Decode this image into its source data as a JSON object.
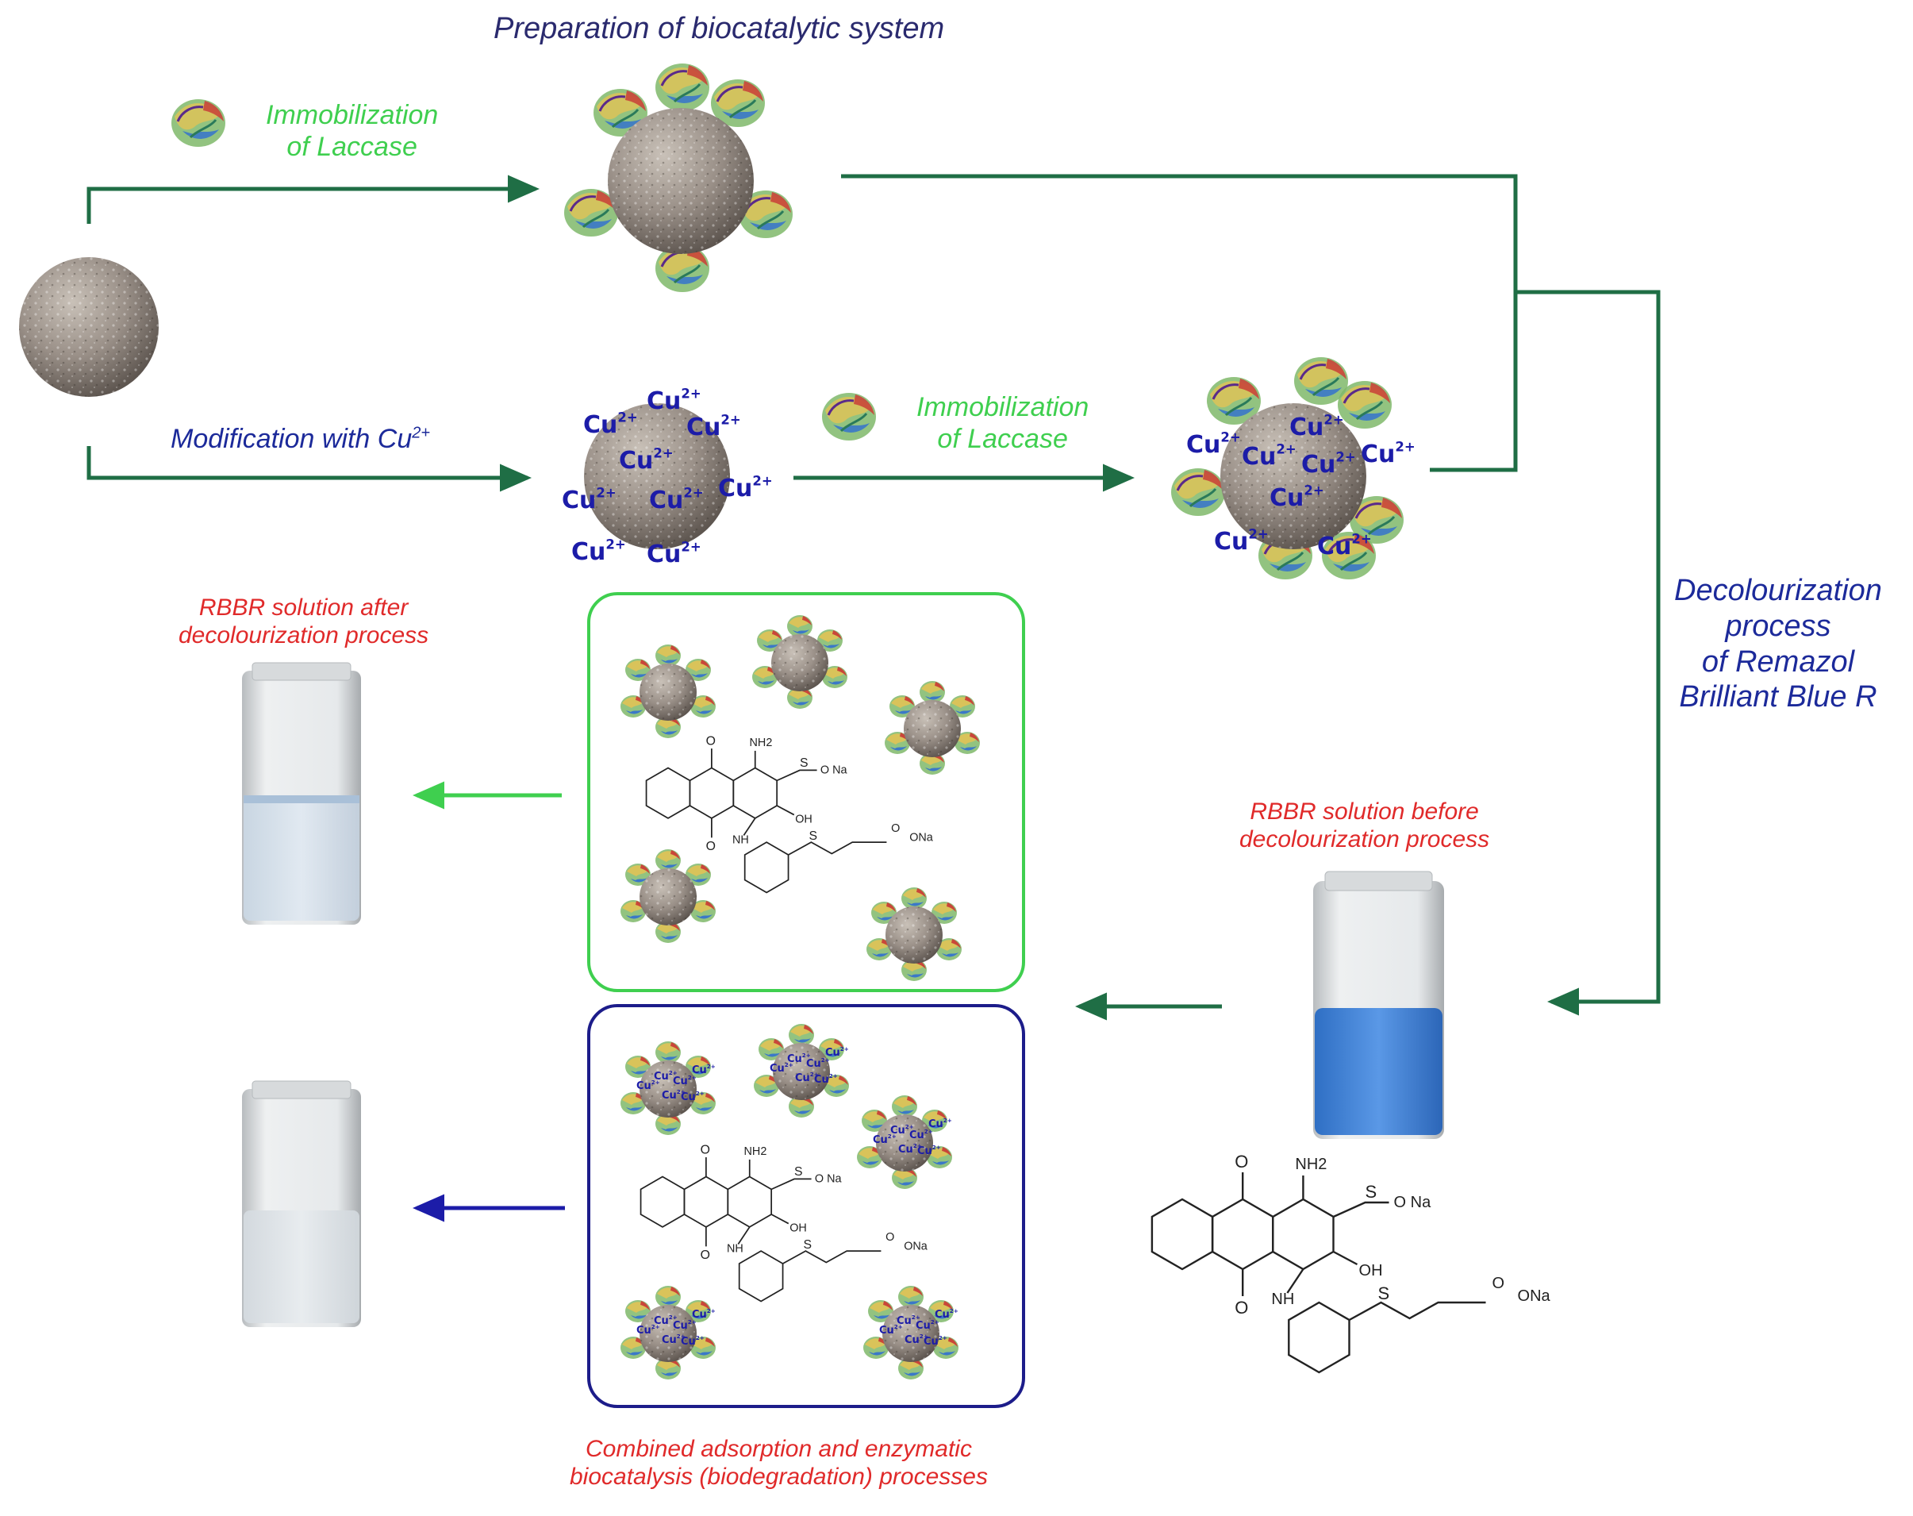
{
  "title": "Preparation of biocatalytic system",
  "labels": {
    "immobilization_top": [
      "Immobilization",
      "of Laccase"
    ],
    "immobilization_mid": [
      "Immobilization",
      "of Laccase"
    ],
    "modification": "Modification with Cu",
    "modification_sup": "2+",
    "after": [
      "RBBR solution after",
      "decolourization process"
    ],
    "before": [
      "RBBR solution before",
      "decolourization process"
    ],
    "side": [
      "Decolourization",
      "process",
      "of Remazol",
      "Brilliant Blue R"
    ],
    "combined": [
      "Combined adsorption and enzymatic",
      "biocatalysis (biodegradation) processes"
    ]
  },
  "cu_ion": {
    "base": "Cu",
    "charge": "2+"
  },
  "chem": {
    "nh2": "NH2",
    "so3na": "O Na",
    "oh": "OH",
    "nh": "NH",
    "ona": "ONa",
    "o": "O",
    "s": "S"
  },
  "colors": {
    "arrow_dark": "#1f6e45",
    "arrow_green": "#3fcf4f",
    "arrow_blue": "#1c1ca8",
    "box_green": "#3fcf4f",
    "box_blue": "#1c1c8a",
    "cu_text": "#1c1ca8",
    "dye_blue": "#3d7fd6"
  }
}
